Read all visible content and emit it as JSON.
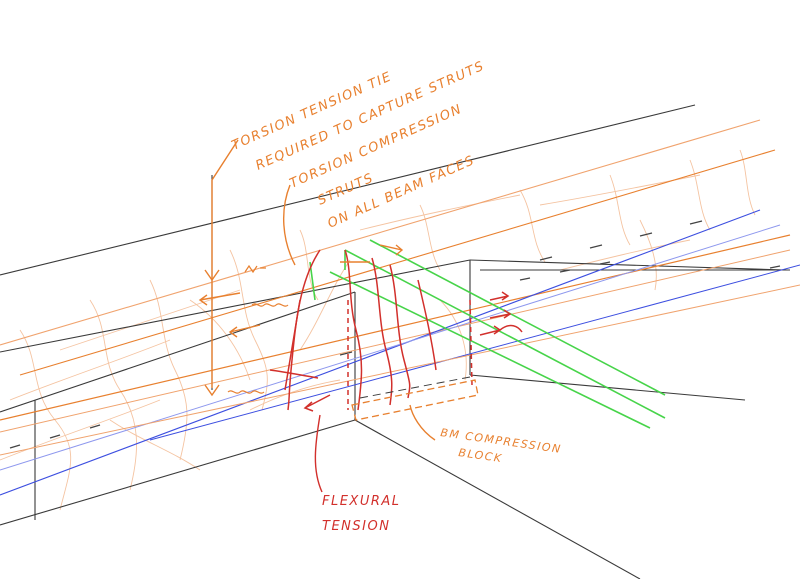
{
  "colors": {
    "beam_outline": "#3a3a3a",
    "orange": "#e8802f",
    "orange_light": "#f0a36e",
    "red": "#d2302c",
    "green": "#47d44a",
    "blue": "#3d4fe0",
    "blue_light": "#8e98ee"
  },
  "annotations": {
    "torsion_tie_line1": "TORSION TENSION TIE",
    "torsion_tie_line2": "REQUIRED TO CAPTURE STRUTS",
    "compression_line1": "TORSION COMPRESSION",
    "compression_line2": "STRUTS",
    "compression_line3": "ON ALL BEAM FACES",
    "flexural_line1": "FLEXURAL",
    "flexural_line2": "TENSION",
    "block_line1": "BM COMPRESSION",
    "block_line2": "BLOCK"
  }
}
